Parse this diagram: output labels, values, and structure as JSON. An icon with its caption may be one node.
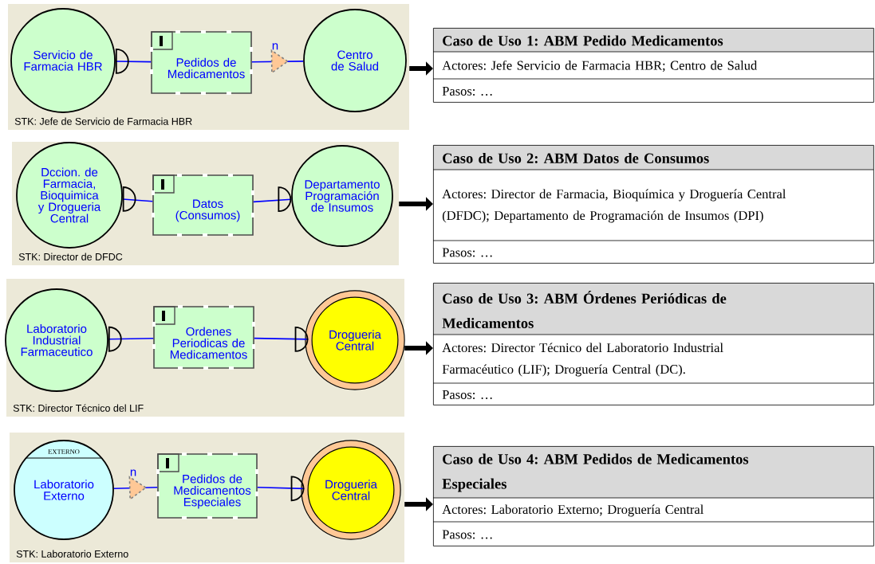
{
  "diagram": {
    "nodes": [
      {
        "text": [
          "STK: Jefe de Servicio de Farmacia HBR"
        ]
      },
      {
        "text": [
          "Servicio de Farmacia HBR"
        ],
        "in": 0
      },
      {
        "text": [
          "Pedidos de Medicamentos"
        ],
        "in": 0
      },
      {
        "text": [
          "Centro de Salud"
        ],
        "in": 0
      },
      {
        "text": [
          "Caso de Uso 1: ABM Pedido Medicamentos",
          "Actores: Jefe Servicio de Farmacia HBR; Centro de Salud",
          "Pasos: …"
        ]
      },
      {
        "text": [
          "STK: Director de DFDC"
        ]
      },
      {
        "text": [
          "Dccion. de Farmacia, Bioquimica y Drogueria Central"
        ],
        "in": 5
      },
      {
        "text": [
          "Datos (Consumos)"
        ],
        "in": 5
      },
      {
        "text": [
          "Departamento Programación de Insumos"
        ],
        "in": 5
      },
      {
        "text": [
          "Caso de Uso 2: ABM Datos de Consumos",
          "Actores: Director de Farmacia, Bioquímica y Droguería Central (DFDC); Departamento de Programación de Insumos (DPI)",
          "Pasos: …"
        ]
      },
      {
        "text": [
          "STK: Director Técnico del LIF"
        ]
      },
      {
        "text": [
          "Laboratorio Industrial Farmaceutico"
        ],
        "in": 10
      },
      {
        "text": [
          "Ordenes Periodicas de Medicamentos"
        ],
        "in": 10
      },
      {
        "text": [
          "Drogueria Central"
        ],
        "in": 10
      },
      {
        "text": [
          "Caso de Uso 3: ABM Órdenes Periódicas de Medicamentos",
          "Actores: Director Técnico del Laboratorio Industrial Farmacéutico (LIF); Droguería Central (DC).",
          "Pasos: …"
        ]
      },
      {
        "text": [
          "STK: Laboratorio Externo"
        ]
      },
      {
        "text": [
          "EXTERNO",
          "Laboratorio Externo"
        ],
        "in": 15
      },
      {
        "text": [
          "Pedidos de Medicamentos Especiales"
        ],
        "in": 15
      },
      {
        "text": [
          "Drogueria Central"
        ],
        "in": 15
      },
      {
        "text": [
          "Caso de Uso 4: ABM Pedidos de Medicamentos Especiales",
          "Actores: Laboratorio Externo; Droguería Central",
          "Pasos: …"
        ]
      }
    ],
    "edges": [
      {
        "from": 1,
        "to": 2,
        "arrow": "other"
      },
      {
        "from": 2,
        "to": 3,
        "arrow": "to",
        "label": "n"
      },
      {
        "from": 0,
        "to": 4,
        "arrow": "to",
        "style": "thick",
        "color": "#000000"
      },
      {
        "from": 6,
        "to": 7,
        "arrow": "other"
      },
      {
        "from": 7,
        "to": 8,
        "arrow": "other"
      },
      {
        "from": 5,
        "to": 9,
        "arrow": "to",
        "style": "thick",
        "color": "#000000"
      },
      {
        "from": 11,
        "to": 12,
        "arrow": "other"
      },
      {
        "from": 12,
        "to": 13,
        "arrow": "other"
      },
      {
        "from": 10,
        "to": 14,
        "arrow": "to",
        "style": "thick",
        "color": "#000000"
      },
      {
        "from": 16,
        "to": 17,
        "arrow": "to",
        "label": "n"
      },
      {
        "from": 17,
        "to": 18,
        "arrow": "other"
      },
      {
        "from": 15,
        "to": 19,
        "arrow": "to",
        "style": "thick",
        "color": "#000000"
      }
    ]
  }
}
